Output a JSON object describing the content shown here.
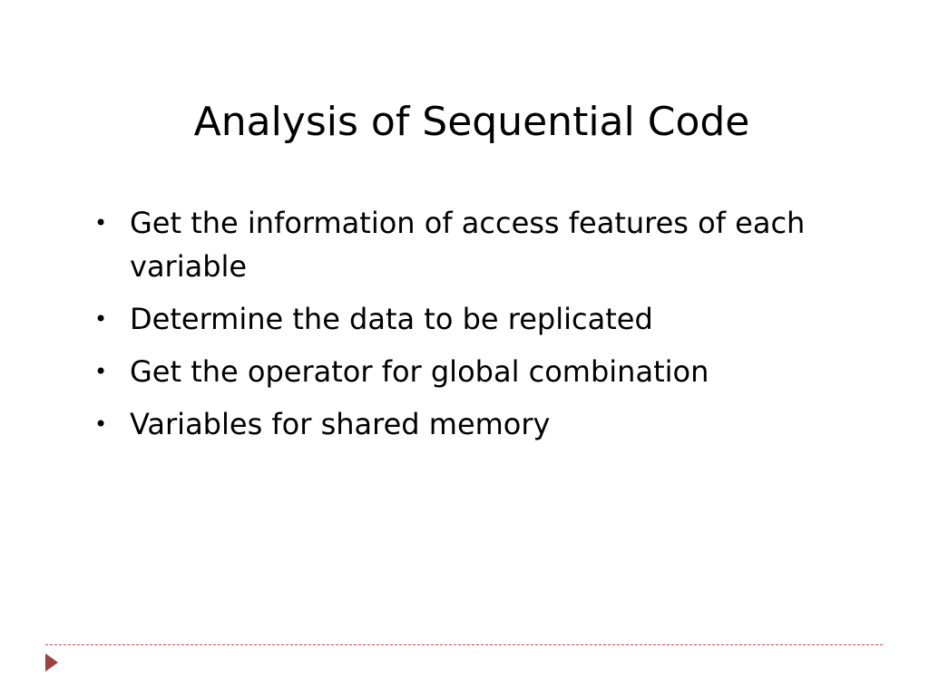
{
  "slide": {
    "title": "Analysis of Sequential Code",
    "bullets": [
      "Get the information of access features of each variable",
      "Determine the data to be replicated",
      "Get the operator for global combination",
      "Variables for shared memory"
    ],
    "bullet_glyph": "•",
    "accent_color": "#a04040",
    "divider_color": "#c0504d"
  }
}
